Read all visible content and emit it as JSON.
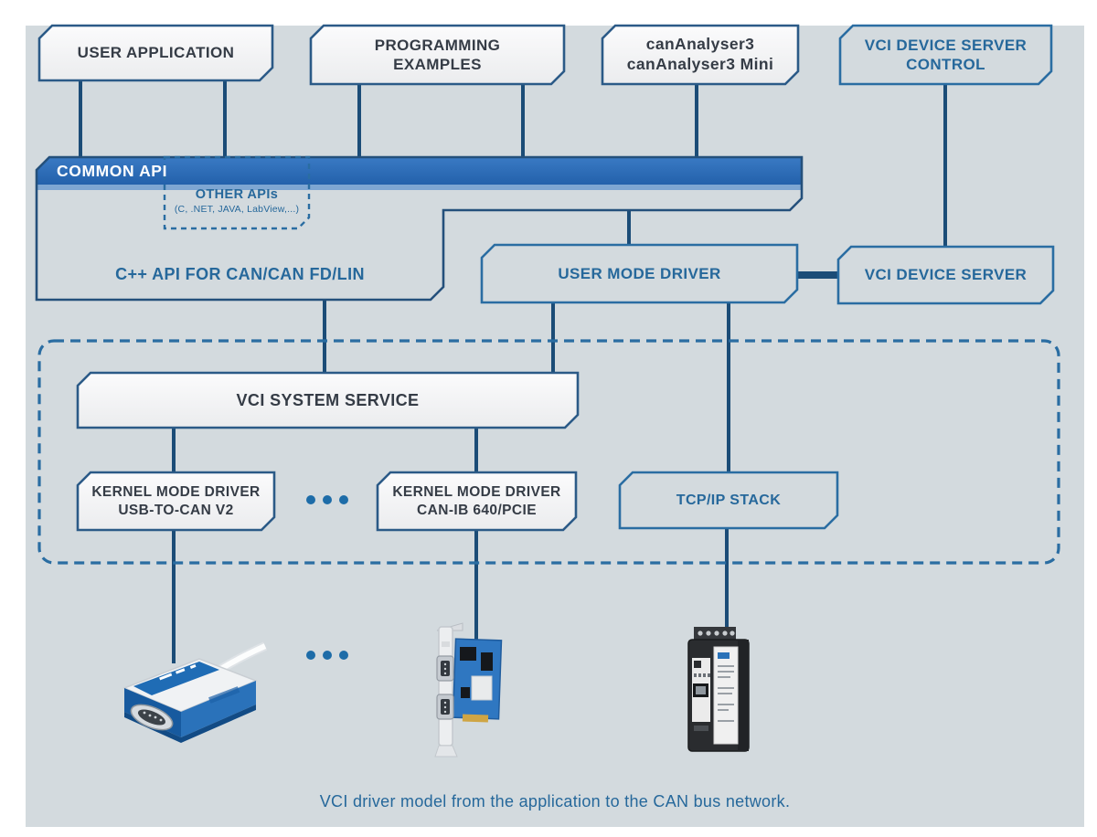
{
  "figure": {
    "caption": "VCI driver model from the application to the CAN bus network.",
    "top_row": {
      "user_application": {
        "label": "USER APPLICATION"
      },
      "programming_examples": {
        "line1": "PROGRAMMING",
        "line2": "EXAMPLES"
      },
      "cananalyser": {
        "line1": "canAnalyser3",
        "line2": "canAnalyser3 Mini"
      },
      "vci_device_server_control": {
        "line1": "VCI DEVICE SERVER",
        "line2": "CONTROL"
      }
    },
    "api_layer": {
      "common_api": "COMMON API",
      "other_apis": {
        "title": "OTHER APIs",
        "subtitle": "(C, .NET, JAVA, LabView,...)"
      },
      "cpp_api": "C++ API FOR CAN/CAN FD/LIN"
    },
    "driver_layer": {
      "user_mode_driver": "USER MODE DRIVER",
      "vci_device_server": "VCI DEVICE SERVER",
      "vci_system_service": "VCI SYSTEM SERVICE",
      "kernel_mode_driver_usb": {
        "line1": "KERNEL MODE DRIVER",
        "line2": "USB-TO-CAN V2"
      },
      "kernel_mode_driver_canib": {
        "line1": "KERNEL MODE DRIVER",
        "line2": "CAN-IB 640/PCIE"
      },
      "tcpip_stack": "TCP/IP STACK"
    },
    "devices": {
      "usb_to_can_v2": "USB-to-CAN V2 interface",
      "can_ib_640_pcie": "CAN-IB 640/PCIe board",
      "can_ethernet_gateway": "CAN Ethernet gateway module"
    },
    "colors": {
      "background": "#ffffff",
      "panel": "#d3dade",
      "bar_blue": "#2c6cb6",
      "bar_strip": "#7ea6d2",
      "navy_line": "#1b4c77",
      "blue_accent": "#2a6da2",
      "blue_text": "#26689b",
      "dark_text": "#353c46",
      "box_fill": "#f1f2f3"
    }
  }
}
